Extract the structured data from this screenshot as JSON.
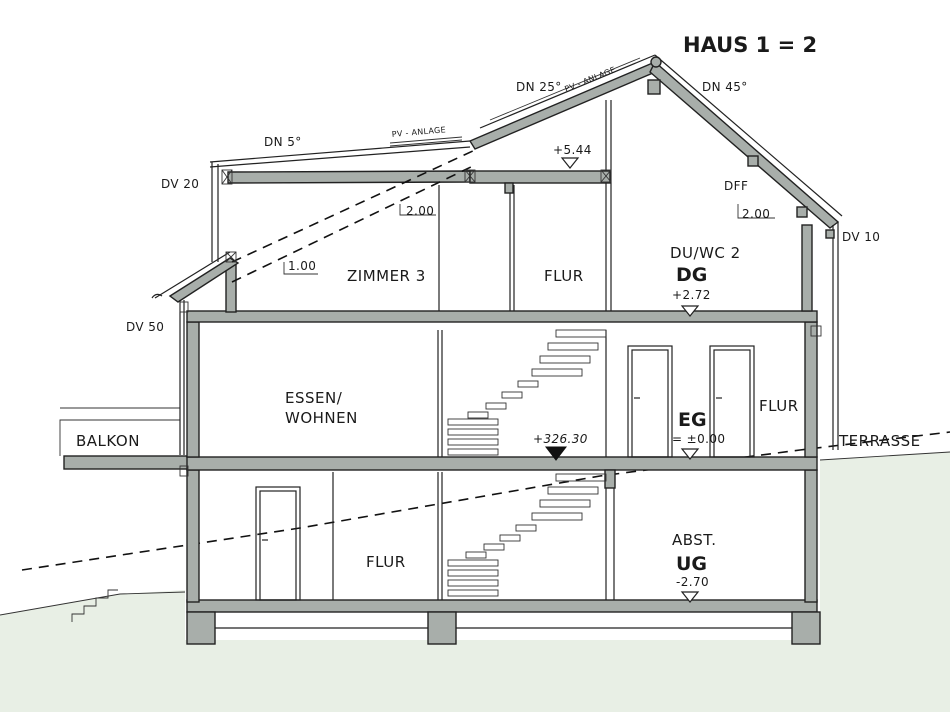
{
  "title": "HAUS 1 = 2",
  "roof": {
    "pitch_flat": "DN 5°",
    "pitch_left": "DN 25°",
    "pitch_right": "DN 45°",
    "pv_low": "PV - ANLAGE",
    "pv_high": "PV - ANLAGE",
    "dff": "DFF"
  },
  "overhangs": {
    "dv20": "DV 20",
    "dv10": "DV 10",
    "dv50": "DV 50"
  },
  "heights": {
    "h200_left": "2.00",
    "h200_right": "2.00",
    "h100": "1.00"
  },
  "rooms": {
    "zimmer3": "ZIMMER 3",
    "flur_dg": "FLUR",
    "du_wc2": "DU/WC 2",
    "essen_wohnen_1": "ESSEN/",
    "essen_wohnen_2": "WOHNEN",
    "flur_eg": "FLUR",
    "flur_ug": "FLUR",
    "abst": "ABST.",
    "balkon": "BALKON",
    "terrasse": "TERRASSE"
  },
  "levels": {
    "ridge": "+5.44",
    "dg_name": "DG",
    "dg_value": "+2.72",
    "eg_name": "EG",
    "eg_value": "= ±0.00",
    "absolute": "+326.30",
    "ug_name": "UG",
    "ug_value": "-2.70"
  },
  "colors": {
    "wall": "#a8aeaa",
    "ground": "#e8efe5",
    "line": "#222222"
  }
}
